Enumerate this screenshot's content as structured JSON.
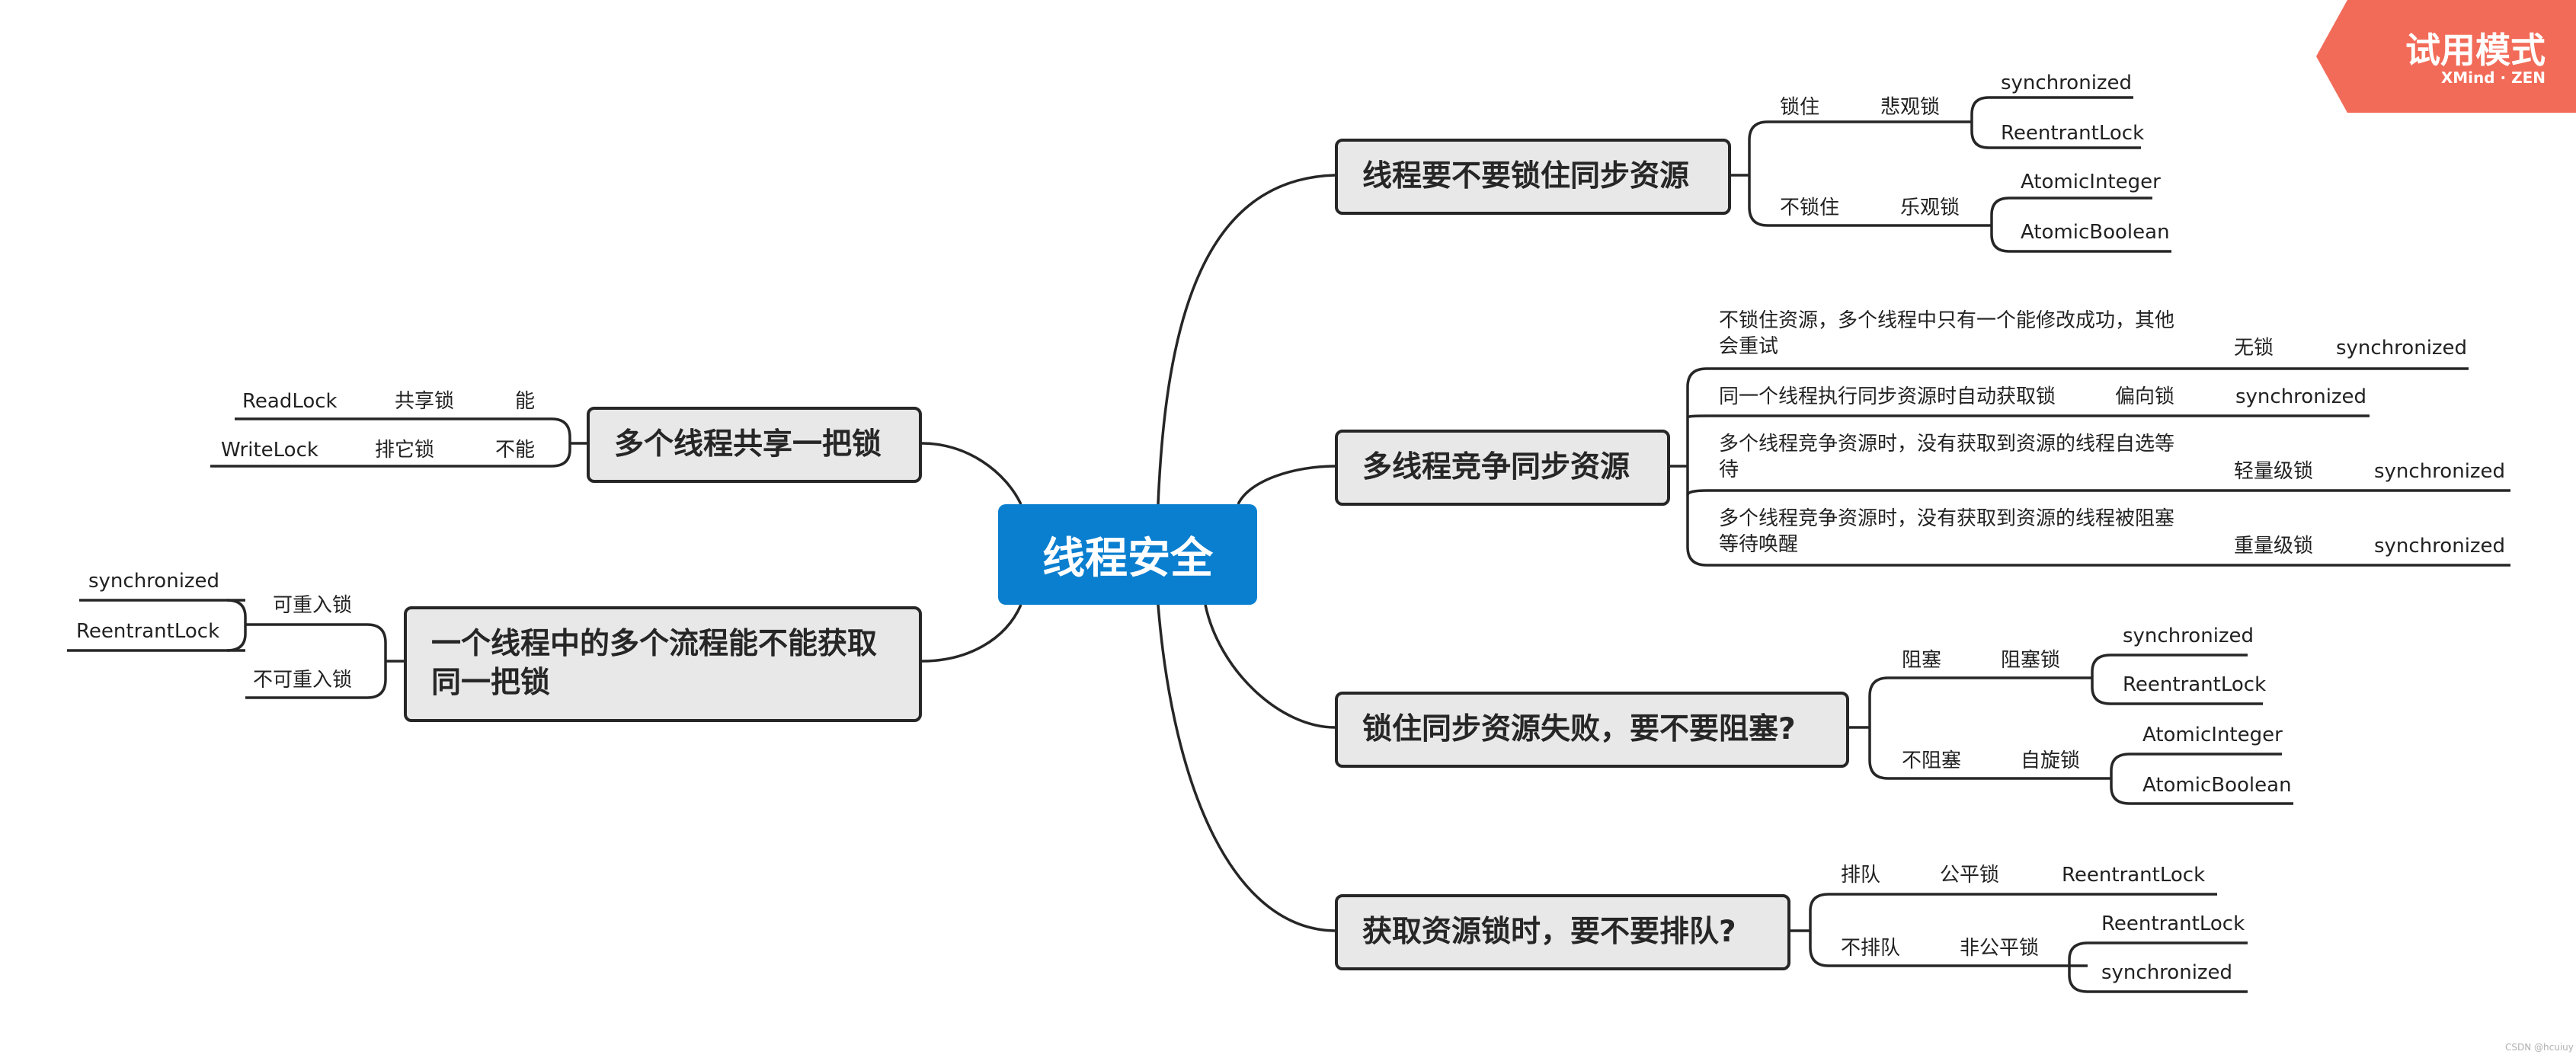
{
  "badge": {
    "title": "试用模式",
    "brand": "XMind · ZEN"
  },
  "watermark": "CSDN @hcuiuy",
  "center": "线程安全",
  "topics": {
    "lock": {
      "title": "线程要不要锁住同步资源",
      "lock_label": "锁住",
      "pessimistic": "悲观锁",
      "sync": "synchronized",
      "reentrant": "ReentrantLock",
      "nolock_label": "不锁住",
      "optimistic": "乐观锁",
      "atomic_int": "AtomicInteger",
      "atomic_bool": "AtomicBoolean"
    },
    "compete": {
      "title": "多线程竞争同步资源",
      "r1_text": "不锁住资源，多个线程中只有一个能修改成功，其他会重试",
      "r1_type": "无锁",
      "r1_impl": "synchronized",
      "r2_text": "同一个线程执行同步资源时自动获取锁",
      "r2_type": "偏向锁",
      "r2_impl": "synchronized",
      "r3_text": "多个线程竞争资源时，没有获取到资源的线程自选等待",
      "r3_type": "轻量级锁",
      "r3_impl": "synchronized",
      "r4_text": "多个线程竞争资源时，没有获取到资源的线程被阻塞等待唤醒",
      "r4_type": "重量级锁",
      "r4_impl": "synchronized"
    },
    "fail": {
      "title": "锁住同步资源失败，要不要阻塞?",
      "block_label": "阻塞",
      "block_type": "阻塞锁",
      "sync": "synchronized",
      "reentrant": "ReentrantLock",
      "noblock_label": "不阻塞",
      "spin_type": "自旋锁",
      "atomic_int": "AtomicInteger",
      "atomic_bool": "AtomicBoolean"
    },
    "queue": {
      "title": "获取资源锁时，要不要排队?",
      "queue_label": "排队",
      "fair_type": "公平锁",
      "fair_impl": "ReentrantLock",
      "noqueue_label": "不排队",
      "unfair_type": "非公平锁",
      "unfair_impl1": "ReentrantLock",
      "unfair_impl2": "synchronized"
    },
    "share": {
      "title": "多个线程共享一把锁",
      "yes_label": "能",
      "shared_type": "共享锁",
      "read_lock": "ReadLock",
      "no_label": "不能",
      "exclusive_type": "排它锁",
      "write_lock": "WriteLock"
    },
    "reentry": {
      "title_line1": "一个线程中的多个流程能不能获取",
      "title_line2": "同一把锁",
      "reentrant_type": "可重入锁",
      "sync": "synchronized",
      "reentrant": "ReentrantLock",
      "non_reentrant_type": "不可重入锁"
    }
  }
}
